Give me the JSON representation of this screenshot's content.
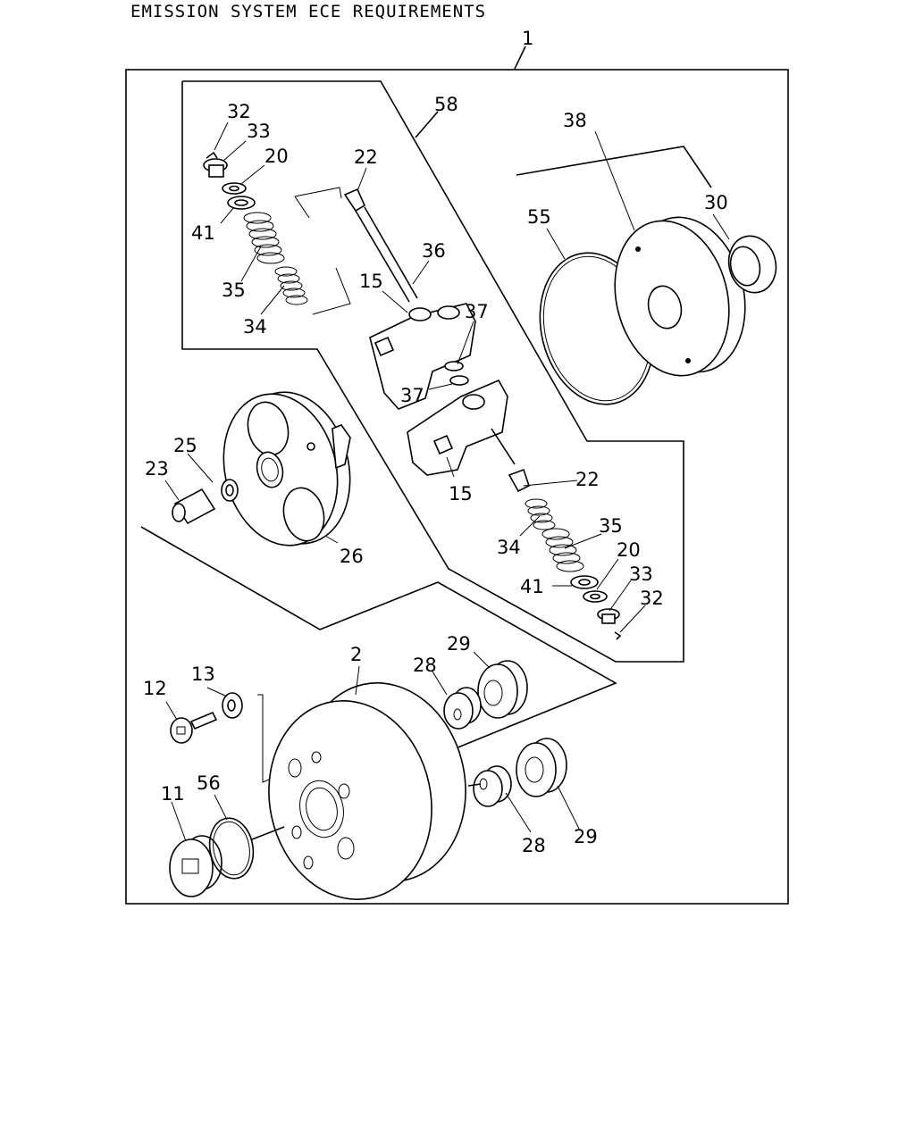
{
  "title": "EMISSION SYSTEM ECE REQUIREMENTS",
  "callouts": {
    "assembly": "1",
    "c32a": "32",
    "c33a": "33",
    "c20a": "20",
    "c41a": "41",
    "c35a": "35",
    "c34a": "34",
    "c22a": "22",
    "c58": "58",
    "c36": "36",
    "c15a": "15",
    "c37a": "37",
    "c37b": "37",
    "c38": "38",
    "c30": "30",
    "c55": "55",
    "c25": "25",
    "c23": "23",
    "c26": "26",
    "c15b": "15",
    "c22b": "22",
    "c34b": "34",
    "c35b": "35",
    "c20b": "20",
    "c41b": "41",
    "c33b": "33",
    "c32b": "32",
    "c2": "2",
    "c12": "12",
    "c13": "13",
    "c29a": "29",
    "c28a": "28",
    "c11": "11",
    "c56": "56",
    "c28b": "28",
    "c29b": "29"
  }
}
